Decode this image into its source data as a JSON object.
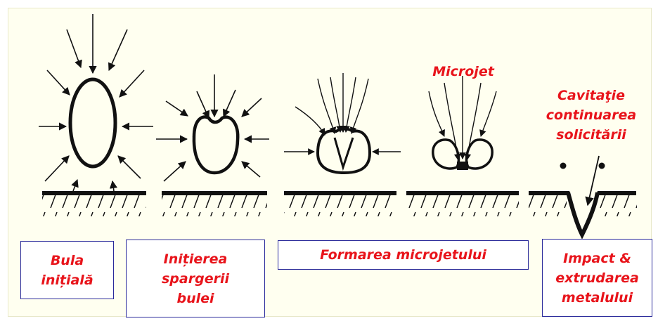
{
  "colors": {
    "background": "#fffff0",
    "label_text": "#e8141b",
    "box_border": "#2a2a9a",
    "drawing": "#111111"
  },
  "annotations": {
    "microjet": "Microjet",
    "cavitation": [
      "Cavitaţie",
      "continuarea",
      "solicitării"
    ]
  },
  "stages": [
    {
      "lines": [
        "Bula",
        "inițială"
      ]
    },
    {
      "lines": [
        "Inițierea",
        "spargerii",
        "bulei"
      ]
    },
    {
      "lines": [
        "Formarea microjetului"
      ]
    },
    {
      "lines": [
        "Impact &",
        "extrudarea",
        "metalului"
      ]
    }
  ]
}
